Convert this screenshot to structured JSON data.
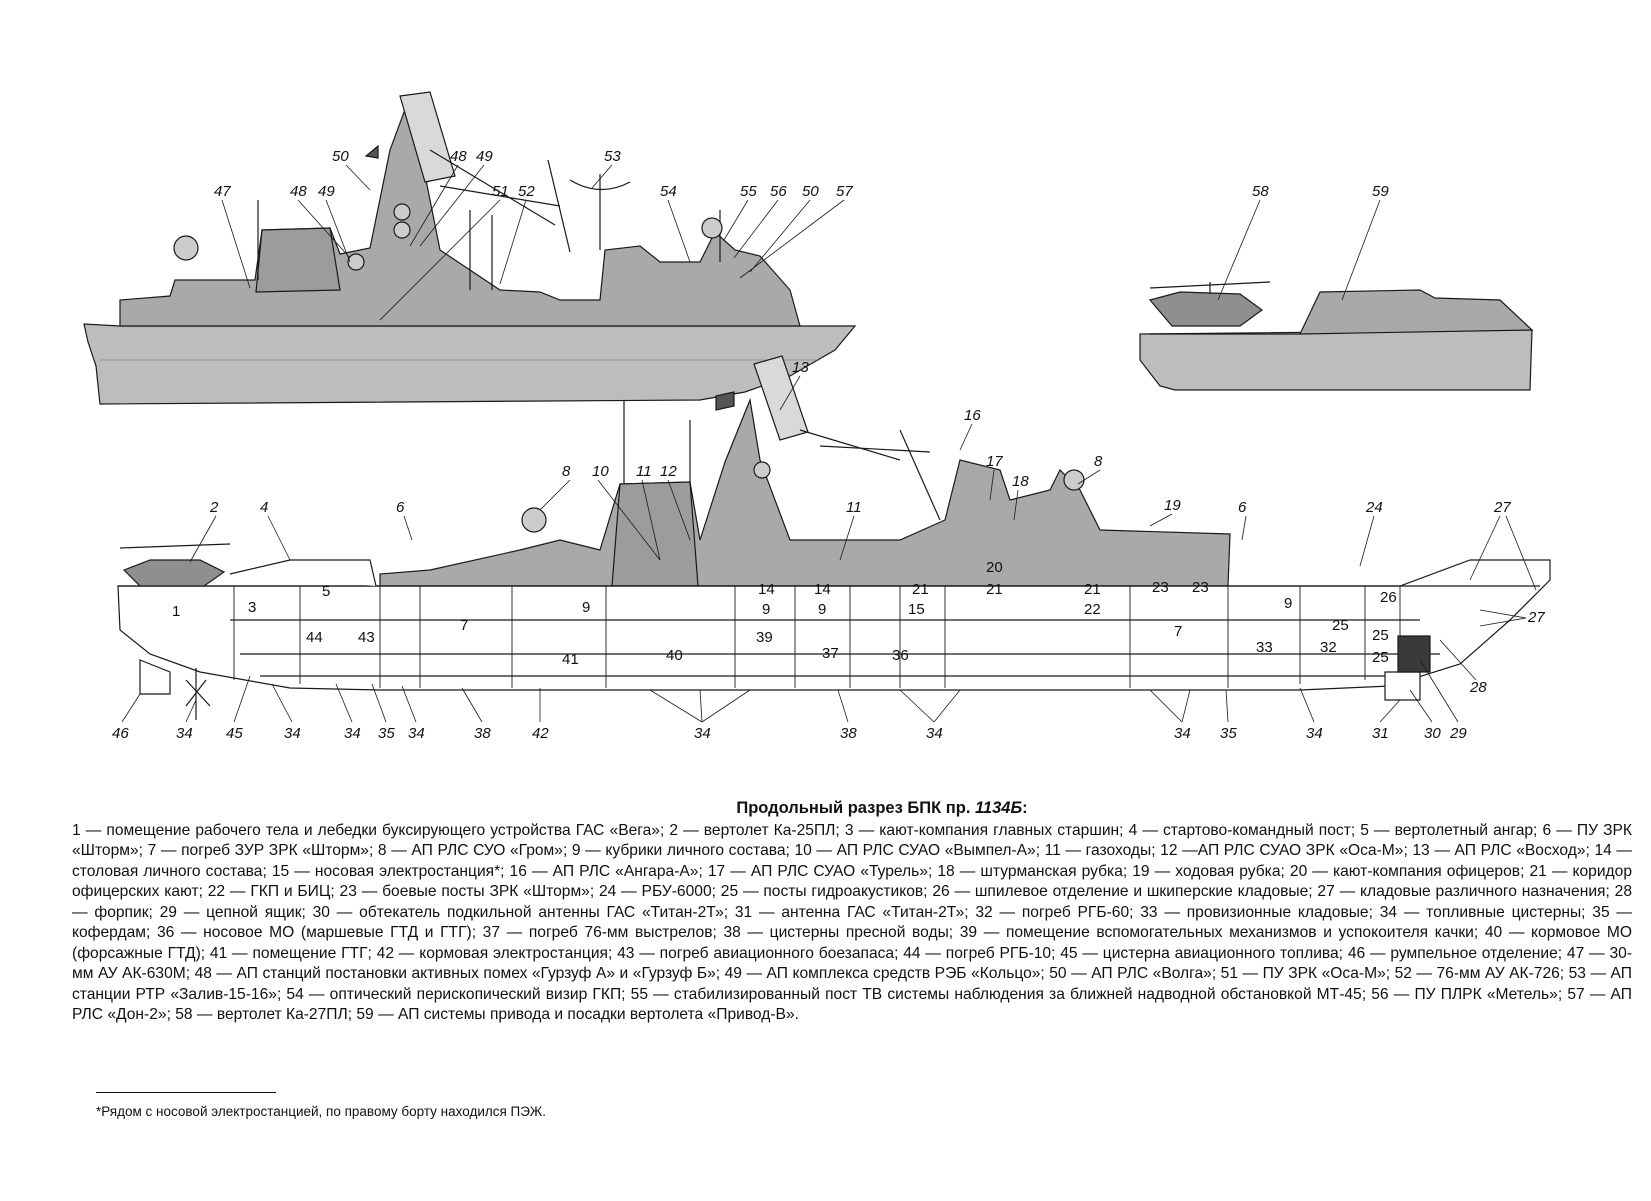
{
  "caption": {
    "title_prefix": "Продольный разрез БПК пр. ",
    "title_project": "1134Б",
    "title_suffix": ":",
    "legend": "1 — помещение рабочего тела и лебедки буксирующего устройства ГАС «Вега»; 2 — вертолет Ка-25ПЛ; 3 — кают-компания главных старшин; 4 — стартово-командный пост; 5 — вертолетный ангар; 6 — ПУ ЗРК «Шторм»; 7 — погреб ЗУР ЗРК «Шторм»; 8 — АП РЛС СУО «Гром»; 9 — кубрики личного состава; 10 — АП РЛС СУАО «Вымпел-А»; 11 — газоходы; 12 —АП РЛС СУАО ЗРК «Оса-М»; 13 — АП РЛС «Восход»; 14 — столовая личного состава; 15 — носовая электростанция*; 16 — АП РЛС «Ангара-А»; 17 — АП РЛС СУАО «Турель»; 18 — штурманская рубка; 19 — ходовая рубка; 20 — кают-компания офицеров; 21 — коридор офицерских кают; 22 — ГКП и БИЦ; 23 — боевые посты ЗРК «Шторм»; 24 — РБУ-6000; 25 — посты гидроакустиков; 26 — шпилевое отделение и шкиперские кладовые; 27 — кладовые различного назначения; 28 — форпик; 29 — цепной ящик; 30 — обтекатель подкильной антенны ГАС «Титан-2Т»; 31 — антенна ГАС «Титан-2Т»; 32 — погреб РГБ-60; 33 — провизионные кладовые; 34 — топливные цистерны; 35 — кофердам; 36 — носовое МО (маршевые ГТД и ГТГ); 37 — погреб 76-мм выстрелов; 38 — цистерны пресной воды; 39 — помещение вспомогательных механизмов и успокоителя качки; 40 — кормовое МО (форсажные ГТД); 41 — помещение ГТГ; 42 — кормовая электростанция; 43 — погреб авиационного боезапаса; 44 — погреб РГБ-10; 45 — цистерна авиационного топлива; 46 — румпельное отделение; 47 — 30-мм АУ АК-630М; 48 — АП станций постановки активных помех «Гурзуф А» и «Гурзуф Б»; 49 — АП комплекса средств РЭБ «Кольцо»; 50 — АП РЛС «Волга»; 51 — ПУ ЗРК «Оса-М»; 52 — 76-мм АУ АК-726; 53 — АП станции РТР «Залив-15-16»; 54 — оптический перископический визир ГКП; 55 — стабилизированный пост ТВ системы наблюдения за ближней надводной обстановкой МТ-45; 56 — ПУ ПЛРК «Метель»; 57 — АП РЛС «Дон-2»; 58 — вертолет Ка-27ПЛ; 59 — АП системы привода и посадки вертолета «Привод-В».",
    "footnote": "*Рядом с носовой электростанцией, по правому борту находился ПЭЖ."
  },
  "top_profile_callouts": [
    "47",
    "48",
    "49",
    "50",
    "48",
    "49",
    "51",
    "52",
    "53",
    "54",
    "55",
    "56",
    "50",
    "57"
  ],
  "inset_callouts": [
    "58",
    "59"
  ],
  "section_callouts": [
    "13",
    "16",
    "17",
    "18",
    "8",
    "10",
    "11",
    "12",
    "2",
    "4",
    "6",
    "8",
    "11",
    "19",
    "6",
    "24",
    "27",
    "27",
    "46",
    "34",
    "45",
    "34",
    "34",
    "35",
    "34",
    "38",
    "42",
    "34",
    "38",
    "34",
    "34",
    "35",
    "34",
    "31",
    "30",
    "29",
    "28"
  ],
  "room_numbers": [
    "1",
    "3",
    "5",
    "44",
    "43",
    "7",
    "9",
    "41",
    "40",
    "14",
    "9",
    "39",
    "14",
    "9",
    "37",
    "21",
    "15",
    "36",
    "20",
    "21",
    "21",
    "22",
    "23",
    "23",
    "7",
    "9",
    "25",
    "26",
    "33",
    "32",
    "25",
    "25"
  ],
  "colors": {
    "hull": "#bdbdbd",
    "superstructure": "#a9a9a9",
    "line": "#1a1a1a"
  }
}
